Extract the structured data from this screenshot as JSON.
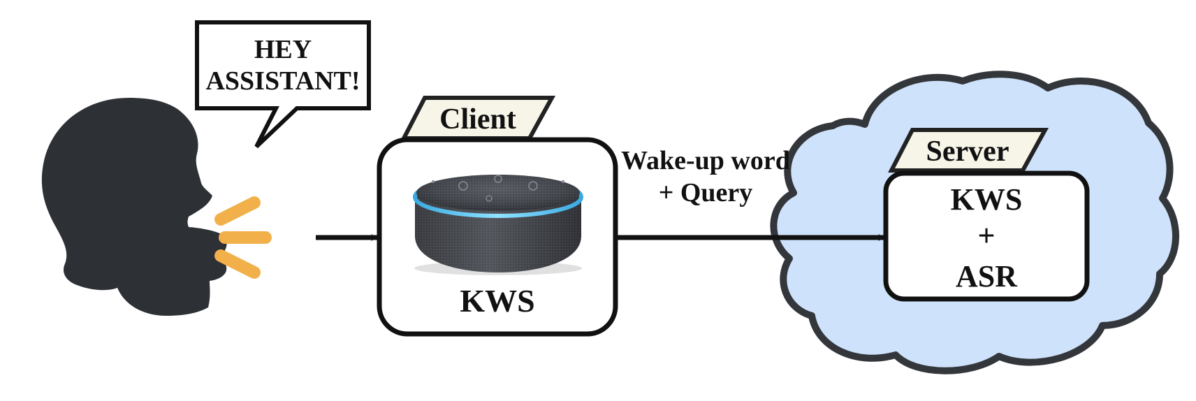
{
  "speech_bubble": {
    "line1": "HEY",
    "line2": "ASSISTANT!"
  },
  "client": {
    "tag": "Client",
    "label": "KWS"
  },
  "connection": {
    "line1": "Wake-up word",
    "line2": "+ Query"
  },
  "server": {
    "tag": "Server",
    "line1": "KWS",
    "line2": "+",
    "line3": "ASR"
  },
  "colors": {
    "ink": "#111111",
    "head": "#2d3035",
    "sound_waves": "#f2b04b",
    "cloud_fill": "#cfe2fb",
    "cloud_stroke": "#33363b",
    "tag_fill": "#f7f4e8",
    "speaker_ring": "#56c8f0"
  },
  "icons": {
    "speaker": "speaking-head-icon",
    "device": "smart-speaker-icon",
    "cloud": "cloud-icon"
  }
}
